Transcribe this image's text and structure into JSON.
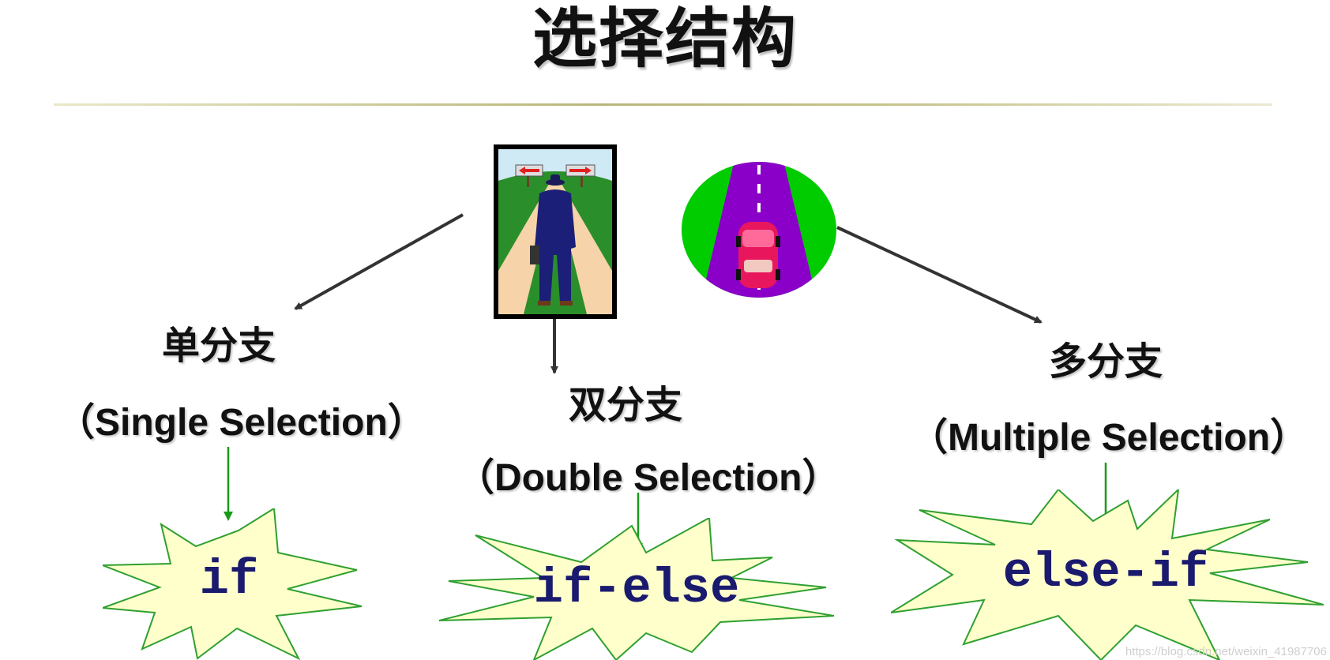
{
  "title": "选择结构",
  "branches": {
    "single": {
      "cn": "单分支",
      "en": "（Single Selection）",
      "keyword": "if"
    },
    "double": {
      "cn": "双分支",
      "en": "（Double Selection）",
      "keyword": "if-else"
    },
    "multiple": {
      "cn": "多分支",
      "en": "（Multiple Selection）",
      "keyword": "else-if"
    }
  },
  "icons": {
    "crossroads": "crossroads-person-icon",
    "road": "road-car-icon"
  },
  "colors": {
    "starburst_fill": "#ffffcc",
    "starburst_stroke": "#2fa02f",
    "keyword_text": "#1a1a6e",
    "green_arrow": "#1a9a1a",
    "dark_arrow": "#333333"
  },
  "watermark": "https://blog.csdn.net/weixin_41987706"
}
